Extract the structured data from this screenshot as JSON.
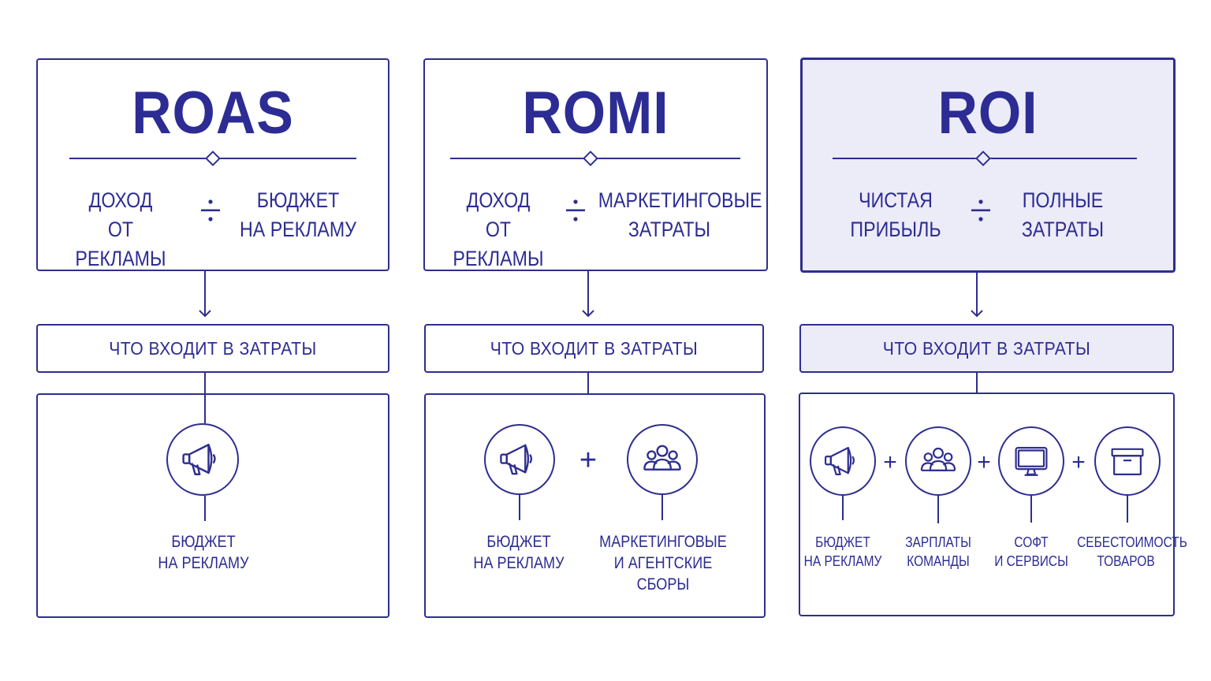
{
  "columns": [
    {
      "title": "ROAS",
      "formula": {
        "numerator": [
          "ДОХОД",
          "ОТ РЕКЛАМЫ"
        ],
        "denominator": [
          "БЮДЖЕТ",
          "НА РЕКЛАМУ"
        ]
      },
      "costs_label": "ЧТО ВХОДИТ В ЗАТРАТЫ",
      "items": [
        {
          "icon": "megaphone-icon",
          "caption": [
            "БЮДЖЕТ",
            "НА РЕКЛАМУ"
          ]
        }
      ]
    },
    {
      "title": "ROMI",
      "formula": {
        "numerator": [
          "ДОХОД",
          "ОТ РЕКЛАМЫ"
        ],
        "denominator": [
          "МАРКЕТИНГОВЫЕ",
          "ЗАТРАТЫ"
        ]
      },
      "costs_label": "ЧТО ВХОДИТ В ЗАТРАТЫ",
      "items": [
        {
          "icon": "megaphone-icon",
          "caption": [
            "БЮДЖЕТ",
            "НА РЕКЛАМУ"
          ]
        },
        {
          "icon": "team-icon",
          "caption": [
            "МАРКЕТИНГОВЫЕ",
            "И АГЕНТСКИЕ",
            "СБОРЫ"
          ]
        }
      ]
    },
    {
      "title": "ROI",
      "highlighted": true,
      "formula": {
        "numerator": [
          "ЧИСТАЯ",
          "ПРИБЫЛЬ"
        ],
        "denominator": [
          "ПОЛНЫЕ",
          "ЗАТРАТЫ"
        ]
      },
      "costs_label": "ЧТО ВХОДИТ В ЗАТРАТЫ",
      "items": [
        {
          "icon": "megaphone-icon",
          "caption": [
            "БЮДЖЕТ",
            "НА РЕКЛАМУ"
          ]
        },
        {
          "icon": "team-icon",
          "caption": [
            "ЗАРПЛАТЫ",
            "КОМАНДЫ"
          ]
        },
        {
          "icon": "monitor-icon",
          "caption": [
            "СОФТ",
            "И СЕРВИСЫ"
          ]
        },
        {
          "icon": "box-icon",
          "caption": [
            "СЕБЕСТОИМОСТЬ",
            "ТОВАРОВ"
          ]
        }
      ]
    }
  ],
  "plus_symbol": "+",
  "colors": {
    "accent": "#2e2e8f",
    "highlight_bg": "#ecebf8"
  }
}
